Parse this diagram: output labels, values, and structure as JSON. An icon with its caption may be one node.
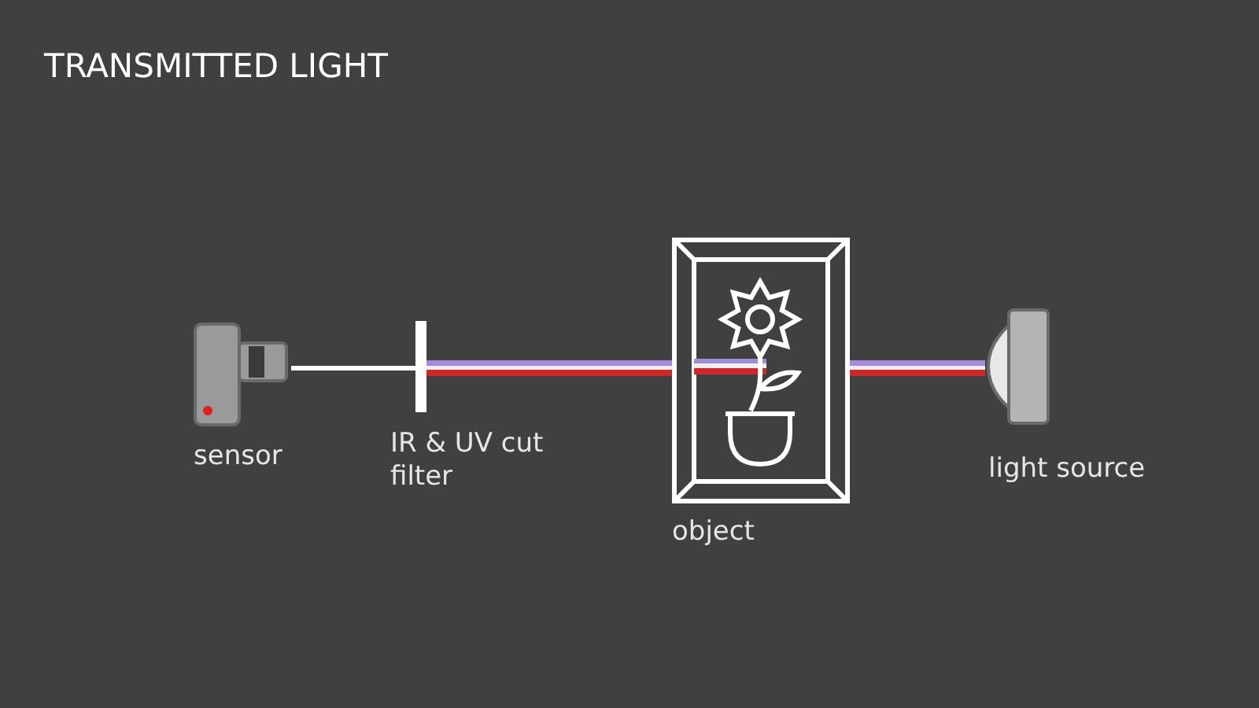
{
  "diagram": {
    "title": "TRANSMITTED LIGHT",
    "nodes": [
      {
        "text": [
          "sensor"
        ]
      },
      {
        "text": [
          "IR & UV cut filter"
        ]
      },
      {
        "text": [
          "object"
        ]
      },
      {
        "text": [
          "light source"
        ]
      }
    ],
    "edges": [
      {
        "from": 3,
        "to": 2,
        "arrow": "none"
      },
      {
        "from": 2,
        "to": 1,
        "arrow": "none"
      },
      {
        "from": 1,
        "to": 0,
        "arrow": "none",
        "color": "#ffffff"
      }
    ]
  }
}
